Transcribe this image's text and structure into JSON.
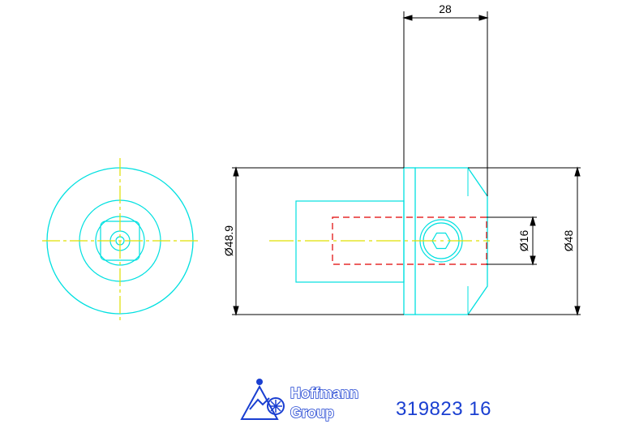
{
  "dimensions": {
    "width_28": "28",
    "dia_48_9": "Ø48.9",
    "dia_16": "Ø16",
    "dia_48": "Ø48"
  },
  "logo": {
    "line1": "Hoffmann",
    "line2": "Group"
  },
  "part_number": "319823 16",
  "colors": {
    "geometry": "#00e0e0",
    "centerline": "#e0e000",
    "hidden": "#e00000",
    "dimension": "#000000",
    "brand": "#1a3fd1"
  }
}
